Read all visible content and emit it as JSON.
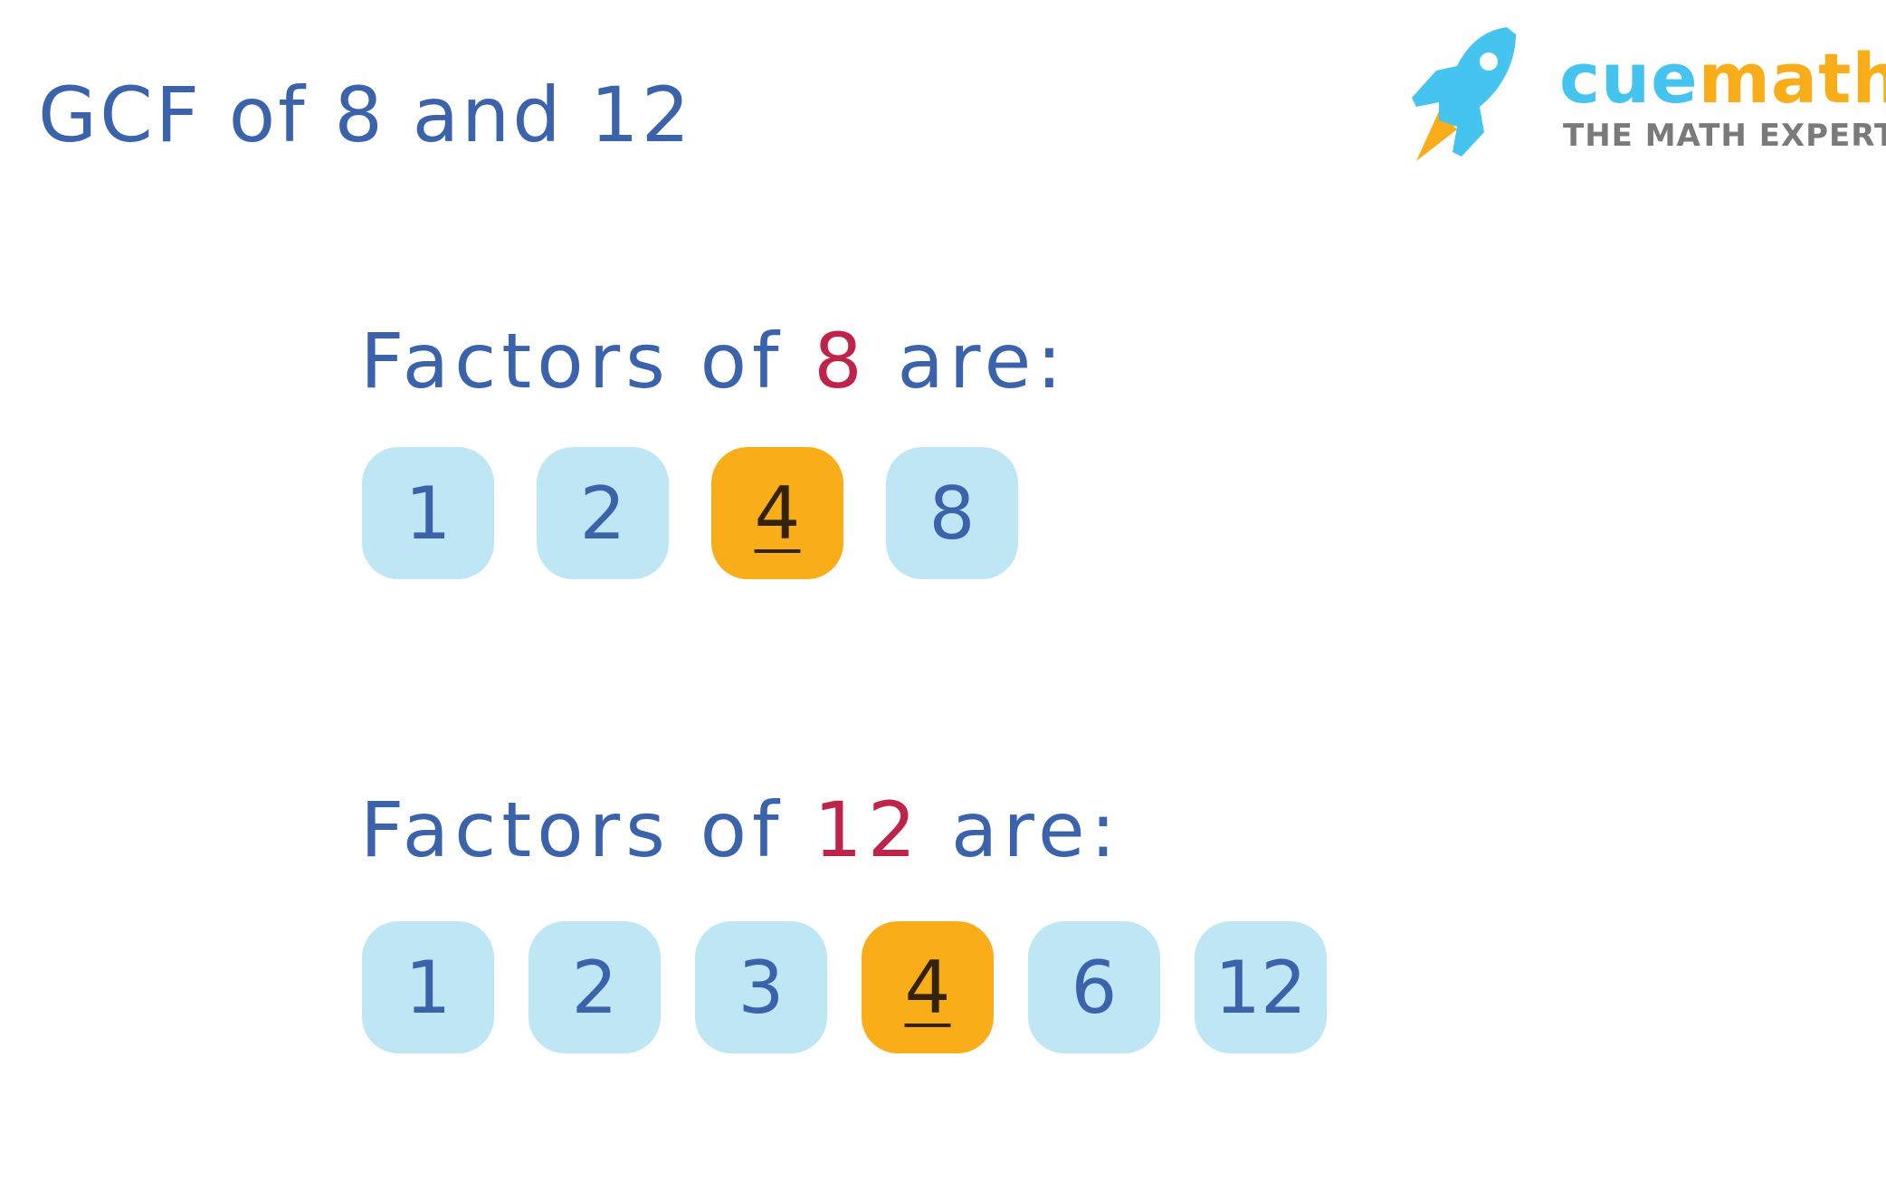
{
  "title": "GCF of 8 and 12",
  "logo": {
    "brand_part1": "cue",
    "brand_part2": "math",
    "tagline": "THE MATH EXPERT"
  },
  "sections": [
    {
      "prefix": "Factors of ",
      "number": "8",
      "suffix": " are:",
      "factors": [
        "1",
        "2",
        "4",
        "8"
      ],
      "gcf": "4"
    },
    {
      "prefix": "Factors of ",
      "number": "12",
      "suffix": " are:",
      "factors": [
        "1",
        "2",
        "3",
        "4",
        "6",
        "12"
      ],
      "gcf": "4"
    }
  ],
  "colors": {
    "text": "#3a63ab",
    "highlight_number": "#c0234a",
    "box": "#bfe6f4",
    "gcf_box": "#f9ae19"
  }
}
